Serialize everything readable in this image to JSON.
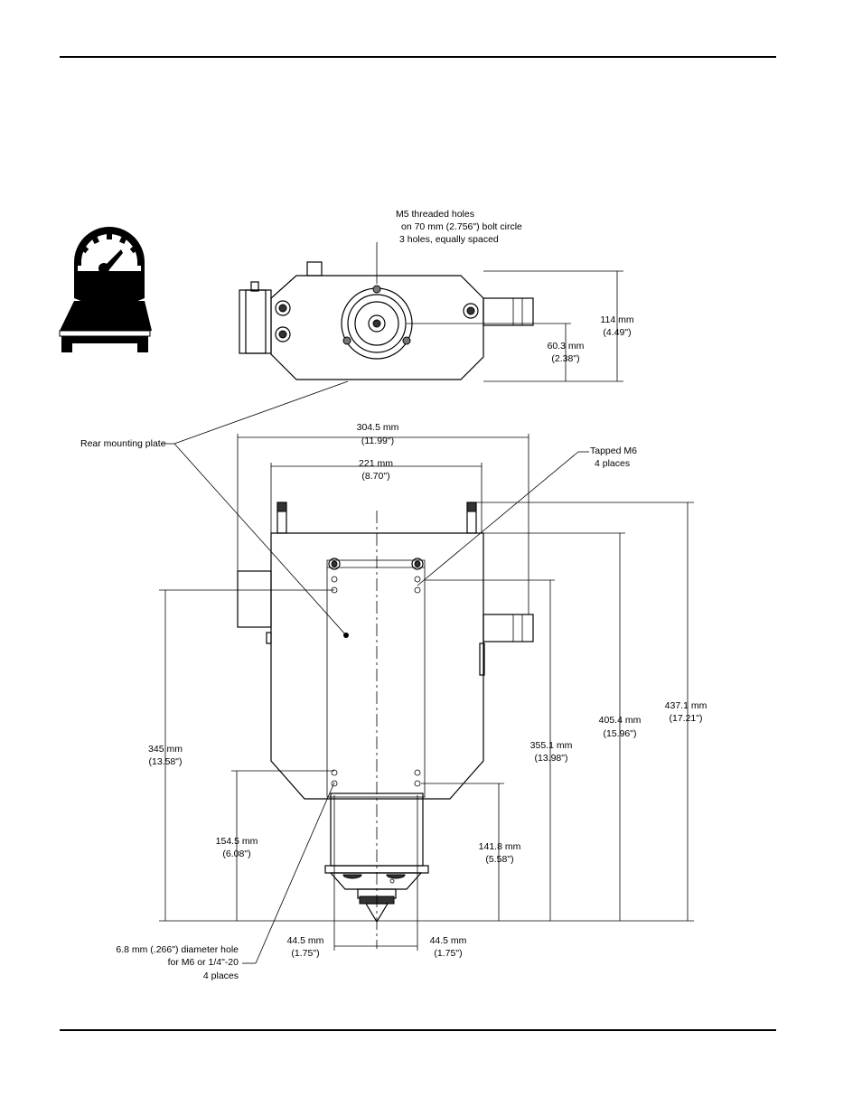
{
  "annotations": {
    "m5_line1": "M5 threaded holes",
    "m5_line2": "on  70 mm (2.756\") bolt circle",
    "m5_line3": "3 holes, equally spaced",
    "rear_plate": "Rear mounting plate",
    "tapped_line1": "Tapped M6",
    "tapped_line2": "4 places",
    "hole_line1": "6.8 mm (.266\") diameter hole",
    "hole_line2": "for M6 or 1/4\"-20",
    "hole_line3": "4 places"
  },
  "dimensions": {
    "d114_mm": "114 mm",
    "d114_in": "(4.49\")",
    "d603_mm": "60.3 mm",
    "d603_in": "(2.38\")",
    "d3045_mm": "304.5 mm",
    "d3045_in": "(11.99\")",
    "d221_mm": "221 mm",
    "d221_in": "(8.70\")",
    "d4371_mm": "437.1 mm",
    "d4371_in": "(17.21\")",
    "d4054_mm": "405.4 mm",
    "d4054_in": "(15.96\")",
    "d3551_mm": "355.1 mm",
    "d3551_in": "(13.98\")",
    "d345_mm": "345 mm",
    "d345_in": "(13.58\")",
    "d1545_mm": "154.5 mm",
    "d1545_in": "(6.08\")",
    "d1418_mm": "141.8 mm",
    "d1418_in": "(5.58\")",
    "d445l_mm": "44.5 mm",
    "d445l_in": "(1.75\")",
    "d445r_mm": "44.5 mm",
    "d445r_in": "(1.75\")"
  },
  "icons": {
    "weight_scale": "weight-scale-icon"
  }
}
